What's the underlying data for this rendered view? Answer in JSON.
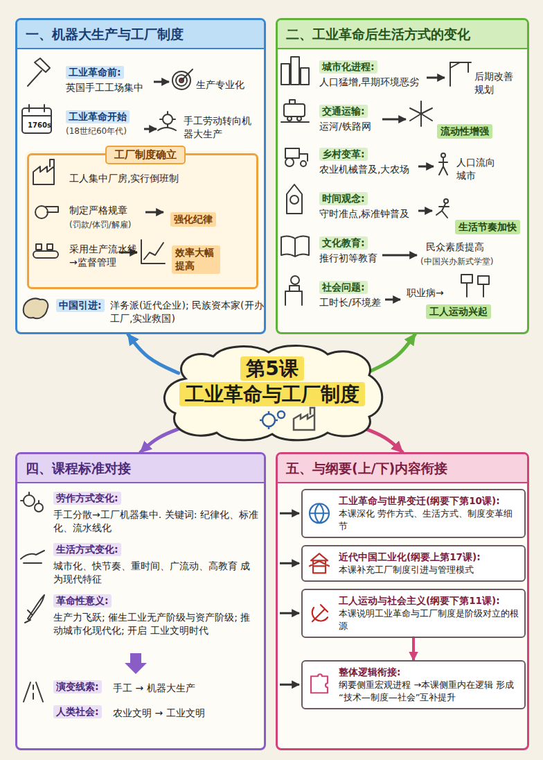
{
  "diagram": {
    "nodes": [
      {
        "text": [
          "一、机器大生产与工厂制度",
          "工业革命前:",
          "英国手工工场集中",
          "生产专业化",
          "1760s",
          "工业革命开始",
          "(18世纪60年代)",
          "手工劳动转向机器大生产",
          "中国引进:",
          "洋务派(近代企业); 民族资本家(开办工厂,实业救国)"
        ]
      },
      {
        "text": [
          "工厂制度确立",
          "工人集中厂房,实行倒班制",
          "制定严格规章",
          "(罚款/体罚/解雇)",
          "强化纪律",
          "采用生产流水线 →监督管理",
          "效率大幅提高"
        ],
        "in": 0
      },
      {
        "text": [
          "二、工业革命后生活方式的变化",
          "城市化进程:",
          "人口猛增,早期环境恶劣",
          "后期改善规划",
          "交通运输:",
          "运河/铁路网",
          "流动性增强",
          "乡村变革:",
          "农业机械普及,大农场",
          "人口流向城市",
          "时间观念:",
          "守时准点,标准钟普及",
          "生活节奏加快",
          "文化教育:",
          "推行初等教育",
          "民众素质提高",
          "(中国兴办新式学堂)",
          "社会问题:",
          "工时长/环境差",
          "职业病→",
          "工人运动兴起"
        ]
      },
      {
        "text": [
          "第5课",
          "工业革命与工厂制度"
        ]
      },
      {
        "text": [
          "四、课程标准对接",
          "劳作方式变化:",
          "手工分散→工厂机器集中. 关键词: 纪律化、标准化、流水线化",
          "生活方式变化:",
          "城市化、快节奏、重时间、广流动、高教育 成为现代特征",
          "革命性意义:",
          "生产力飞跃; 催生工业无产阶级与资产阶级; 推动城市化现代化; 开启 工业文明时代",
          "演变线索:",
          "手工 → 机器大生产",
          "人类社会:",
          "农业文明 → 工业文明"
        ]
      },
      {
        "text": [
          "五、与纲要(上/下)内容衔接"
        ]
      },
      {
        "text": [
          "工业革命与世界变迁(纲要下第10课):",
          "本课深化 劳作方式、生活方式、制度变革细节"
        ],
        "in": 5
      },
      {
        "text": [
          "近代中国工业化(纲要上第17课):",
          "本课补充工厂制度引进与管理模式"
        ],
        "in": 5
      },
      {
        "text": [
          "工人运动与社会主义(纲要下第11课):",
          "本课说明工业革命与工厂制度是阶级对立的根源"
        ],
        "in": 5
      },
      {
        "text": [
          "整体逻辑衔接:",
          "纲要侧重宏观进程 →本课侧重内在逻辑 形成“技术—制度—社会”互补提升"
        ],
        "in": 5
      }
    ],
    "edges": [
      {
        "from": 3,
        "to": 0,
        "arrow": "to"
      },
      {
        "from": 3,
        "to": 2,
        "arrow": "to"
      },
      {
        "from": 3,
        "to": 4,
        "arrow": "to"
      },
      {
        "from": 3,
        "to": 5,
        "arrow": "to"
      },
      {
        "from": 8,
        "to": 9,
        "arrow": "to"
      }
    ]
  }
}
